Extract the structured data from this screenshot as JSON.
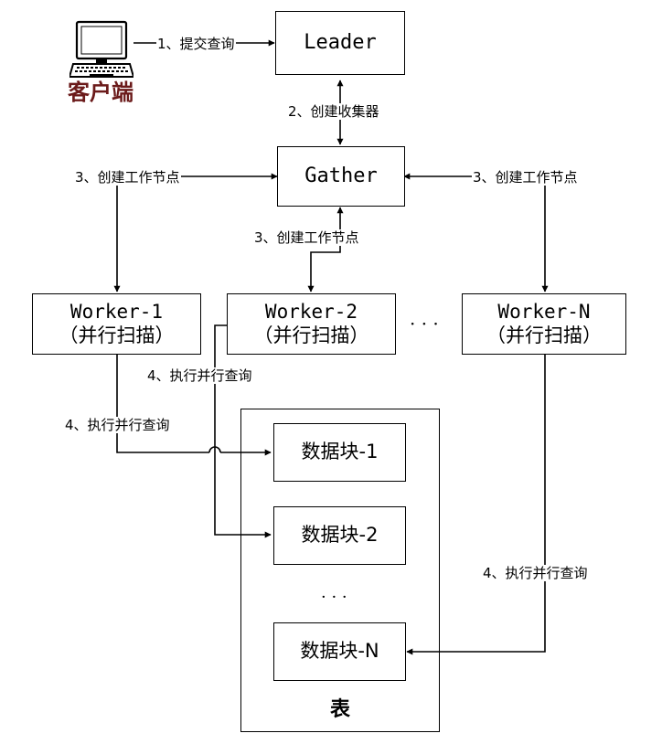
{
  "client": {
    "label": "客户端",
    "icon": "computer-terminal-icon",
    "label_color": "#6b1a1a"
  },
  "nodes": {
    "leader": "Leader",
    "gather": "Gather",
    "workers": [
      {
        "name": "Worker-1",
        "sub": "（并行扫描）"
      },
      {
        "name": "Worker-2",
        "sub": "（并行扫描）"
      },
      {
        "name": "Worker-N",
        "sub": "（并行扫描）"
      }
    ],
    "workers_ellipsis": "· · ·"
  },
  "table": {
    "label": "表",
    "blocks": [
      "数据块-1",
      "数据块-2",
      "数据块-N"
    ],
    "ellipsis": "· · ·"
  },
  "edges": {
    "submit_query": "1、提交查询",
    "create_gatherer": "2、创建收集器",
    "create_worker_left": "3、创建工作节点",
    "create_worker_mid": "3、创建工作节点",
    "create_worker_right": "3、创建工作节点",
    "exec_w1": "4、执行并行查询",
    "exec_w2": "4、执行并行查询",
    "exec_wn": "4、执行并行查询"
  }
}
